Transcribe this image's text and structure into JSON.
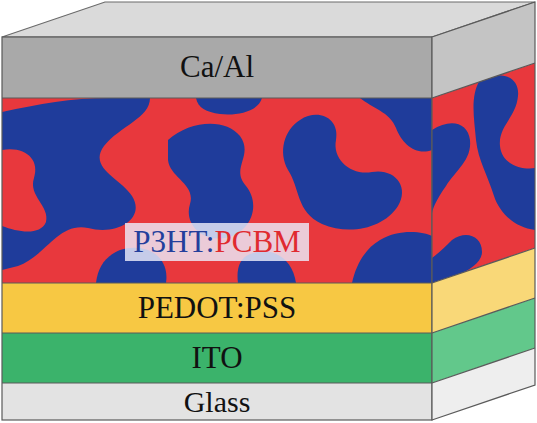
{
  "diagram": {
    "nodes": [
      {
        "text": [
          "Ca/Al"
        ]
      },
      {
        "text": [
          "P3HT:PCBM"
        ]
      },
      {
        "text": [
          "PEDOT:PSS"
        ]
      },
      {
        "text": [
          "ITO"
        ]
      },
      {
        "text": [
          "Glass"
        ]
      }
    ]
  }
}
